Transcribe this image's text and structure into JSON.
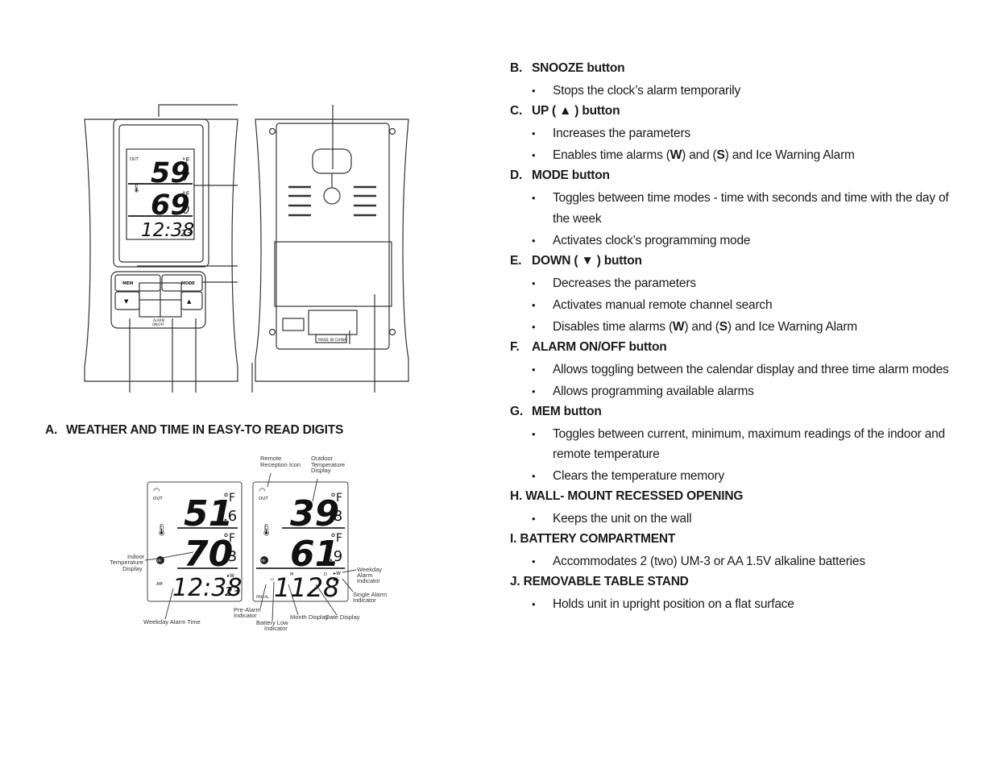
{
  "left": {
    "section_a": {
      "letter": "A.",
      "title": "WEATHER AND TIME IN EASY-TO READ DIGITS"
    },
    "device_front": {
      "outdoor_temp": "59",
      "outdoor_decimal": "7",
      "outdoor_unit": "°F",
      "out_label": "OUT",
      "indoor_temp": "69",
      "indoor_decimal": "0",
      "indoor_unit": "°F",
      "time": "12:38",
      "seconds": "23",
      "btn_mem": "MEM",
      "btn_mode": "MODE",
      "btn_down": "▼",
      "btn_up": "▲",
      "btn_alarm_1": "ALARM",
      "btn_alarm_2": "ON/OFF"
    },
    "device_back": {
      "label": "MADE IN CHINA"
    },
    "lcd_left": {
      "out_label": "OUT",
      "outdoor_temp": "51",
      "outdoor_decimal": ".6",
      "outdoor_unit": "°F",
      "indoor_temp": "70",
      "indoor_decimal": ".3",
      "indoor_unit": "°F",
      "in_label": "IN",
      "am_label": "AM",
      "time": "12:38",
      "seconds": "23",
      "alarm_w": "▸W"
    },
    "lcd_right": {
      "out_label": "OUT",
      "outdoor_temp": "39",
      "outdoor_decimal": ".8",
      "outdoor_unit": "°F",
      "indoor_temp": "61",
      "indoor_decimal": ".9",
      "indoor_unit": "°F",
      "in_label": "IN",
      "date": "1128",
      "m_label": "M",
      "d_label": "D",
      "alarm_w": "▸W",
      "alarm_s": "▸S",
      "preal": "PRE-AL"
    },
    "annotations": {
      "remote_reception": [
        "Remote",
        "Reception Icon"
      ],
      "outdoor_display": [
        "Outdoor",
        "Temperature",
        "Display"
      ],
      "indoor_display": [
        "Indoor",
        "Temperature",
        "Display"
      ],
      "weekday_alarm_time": "Weekday Alarm Time",
      "pre_alarm": [
        "Pre-Alarm",
        "Indicator"
      ],
      "battery_low": [
        "Battery Low",
        "Indicator"
      ],
      "month_display": "Month Display",
      "date_display": "Date Display",
      "weekday_alarm_indicator": [
        "Weekday",
        "Alarm",
        "Indicator"
      ],
      "single_alarm_indicator": [
        "Single Alarm",
        "Indicator"
      ]
    }
  },
  "sections": [
    {
      "letter": "B.",
      "title": "SNOOZE button",
      "bullets": [
        {
          "parts": [
            {
              "t": "Stops the clock’s alarm temporarily"
            }
          ]
        }
      ]
    },
    {
      "letter": "C.",
      "title": "UP ( ▲ ) button",
      "bullets": [
        {
          "parts": [
            {
              "t": "Increases the parameters"
            }
          ]
        },
        {
          "parts": [
            {
              "t": "Enables time alarms ("
            },
            {
              "t": "W",
              "b": true
            },
            {
              "t": ") and ("
            },
            {
              "t": "S",
              "b": true
            },
            {
              "t": ") and Ice Warning Alarm"
            }
          ]
        }
      ]
    },
    {
      "letter": "D.",
      "title": "MODE button",
      "bullets": [
        {
          "parts": [
            {
              "t": "Toggles between time modes - time with seconds and time with the day of the week"
            }
          ]
        },
        {
          "parts": [
            {
              "t": "Activates clock’s programming mode"
            }
          ]
        }
      ]
    },
    {
      "letter": "E.",
      "title": "DOWN ( ▼ ) button",
      "bullets": [
        {
          "parts": [
            {
              "t": "Decreases the parameters"
            }
          ]
        },
        {
          "parts": [
            {
              "t": "Activates manual remote channel search"
            }
          ]
        },
        {
          "parts": [
            {
              "t": "Disables time alarms ("
            },
            {
              "t": "W",
              "b": true
            },
            {
              "t": ") and ("
            },
            {
              "t": "S",
              "b": true
            },
            {
              "t": ") and Ice Warning Alarm"
            }
          ]
        }
      ]
    },
    {
      "letter": "F.",
      "title": "ALARM ON/OFF button",
      "bullets": [
        {
          "parts": [
            {
              "t": "Allows toggling between the calendar display and three time alarm modes"
            }
          ]
        },
        {
          "parts": [
            {
              "t": "Allows programming available alarms"
            }
          ]
        }
      ]
    },
    {
      "letter": "G.",
      "title": "MEM button",
      "bullets": [
        {
          "parts": [
            {
              "t": "Toggles between current, minimum, maximum readings of the indoor and remote temperature"
            }
          ]
        },
        {
          "parts": [
            {
              "t": "Clears the temperature memory"
            }
          ]
        }
      ]
    },
    {
      "letter": "",
      "title": "H. WALL- MOUNT RECESSED OPENING",
      "bullets": [
        {
          "parts": [
            {
              "t": "Keeps the unit on the wall"
            }
          ]
        }
      ]
    },
    {
      "letter": "",
      "title": "I. BATTERY COMPARTMENT",
      "bullets": [
        {
          "parts": [
            {
              "t": "Accommodates 2 (two) UM-3 or AA 1.5V alkaline batteries"
            }
          ]
        }
      ]
    },
    {
      "letter": "",
      "title": "J. REMOVABLE TABLE STAND",
      "bullets": [
        {
          "parts": [
            {
              "t": "Holds unit in upright position on a flat surface"
            }
          ]
        }
      ]
    }
  ]
}
